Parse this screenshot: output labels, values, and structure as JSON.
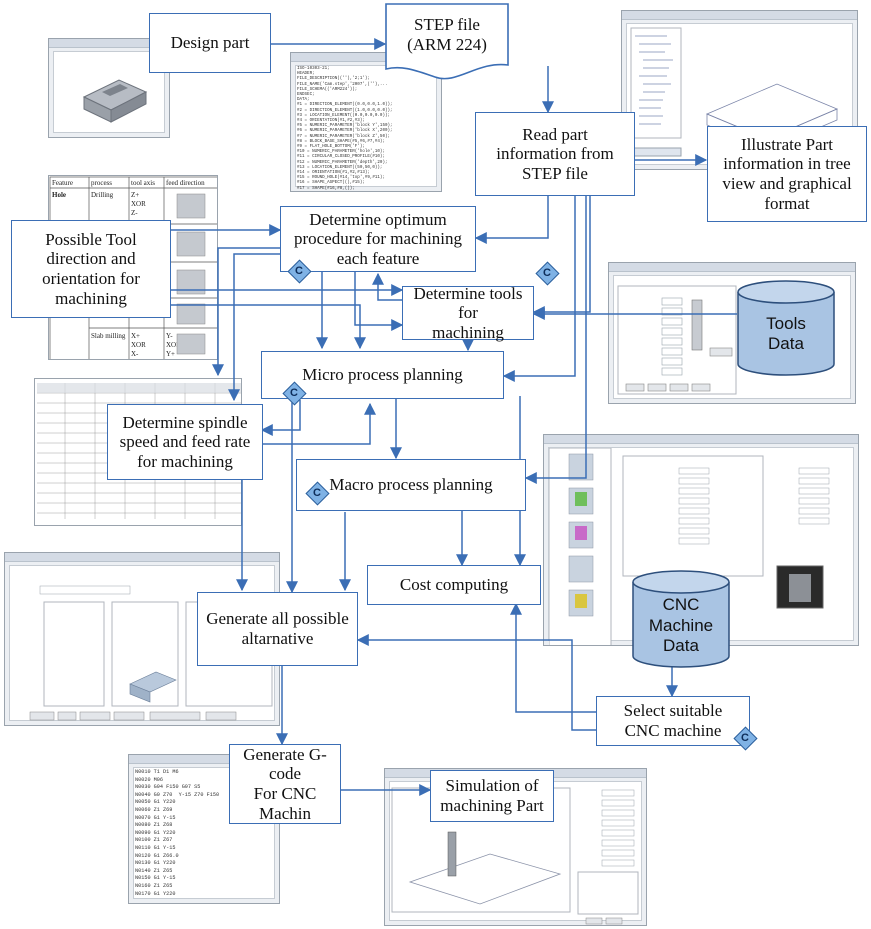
{
  "diagram": {
    "nodes": {
      "design_part": "Design part",
      "step_file": "STEP file\n(ARM 224)",
      "read_part": "Read part\ninformation from\nSTEP file",
      "illustrate": "Illustrate Part\ninformation in tree\nview and graphical\nformat",
      "optimum_procedure": "Determine optimum\nprocedure for machining\neach feature",
      "tool_direction": "Possible Tool\ndirection and\norientation for\nmachining",
      "determine_tools": "Determine tools for\nmachining",
      "tools_data": "Tools\nData",
      "micro_planning": "Micro process planning",
      "spindle_speed": "Determine spindle\nspeed and feed rate\nfor machining",
      "macro_planning": "Macro process planning",
      "cost_computing": "Cost computing",
      "cnc_data": "CNC\nMachine\nData",
      "generate_alternatives": "Generate all possible\naltarnative",
      "select_cnc": "Select suitable\nCNC machine",
      "gcode": "Generate G-code\nFor CNC\nMachin",
      "simulation": "Simulation of\nmachining Part"
    },
    "badge_label": "C"
  },
  "style": {
    "arrow_color": "#3b6eb5",
    "box_border": "#3b6eb5",
    "badge_fill": "#7fb2e5",
    "cylinder_fill": "#a9c4e3"
  }
}
